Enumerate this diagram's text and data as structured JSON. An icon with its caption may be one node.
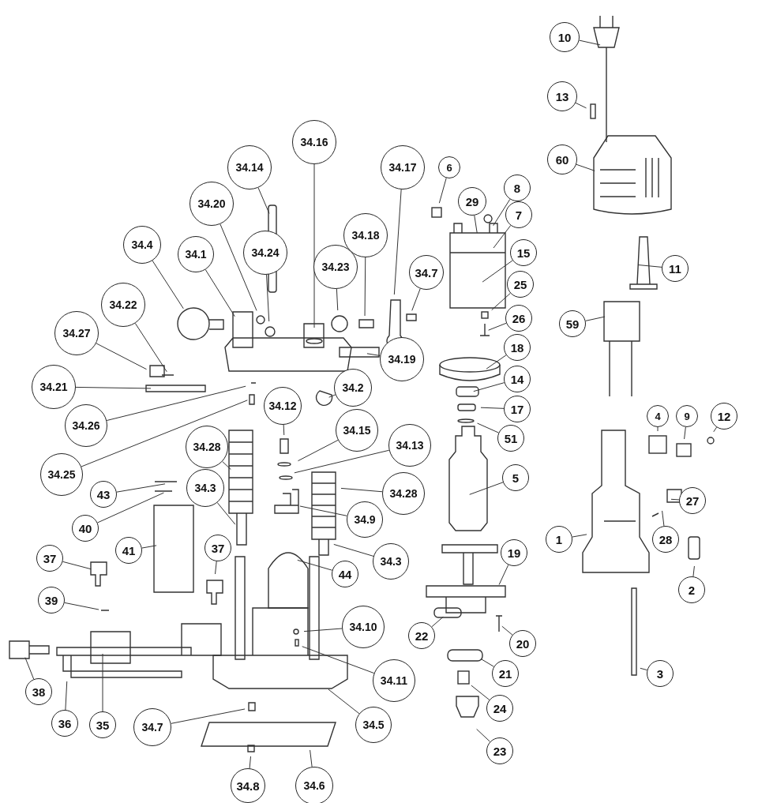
{
  "diagram": {
    "nodes": [
      {
        "text": [
          "10"
        ]
      },
      {
        "text": [
          "13"
        ]
      },
      {
        "text": [
          "60"
        ]
      },
      {
        "text": [
          "34.16"
        ]
      },
      {
        "text": [
          "34.14"
        ]
      },
      {
        "text": [
          "34.17"
        ]
      },
      {
        "text": [
          "6"
        ]
      },
      {
        "text": [
          "8"
        ]
      },
      {
        "text": [
          "29"
        ]
      },
      {
        "text": [
          "34.20"
        ]
      },
      {
        "text": [
          "7"
        ]
      },
      {
        "text": [
          "34.18"
        ]
      },
      {
        "text": [
          "34.4"
        ]
      },
      {
        "text": [
          "34.1"
        ]
      },
      {
        "text": [
          "34.24"
        ]
      },
      {
        "text": [
          "15"
        ]
      },
      {
        "text": [
          "11"
        ]
      },
      {
        "text": [
          "34.23"
        ]
      },
      {
        "text": [
          "34.7"
        ]
      },
      {
        "text": [
          "25"
        ]
      },
      {
        "text": [
          "34.22"
        ]
      },
      {
        "text": [
          "26"
        ]
      },
      {
        "text": [
          "59"
        ]
      },
      {
        "text": [
          "34.27"
        ]
      },
      {
        "text": [
          "18"
        ]
      },
      {
        "text": [
          "34.19"
        ]
      },
      {
        "text": [
          "14"
        ]
      },
      {
        "text": [
          "34.21"
        ]
      },
      {
        "text": [
          "34.2"
        ]
      },
      {
        "text": [
          "34.12"
        ]
      },
      {
        "text": [
          "17"
        ]
      },
      {
        "text": [
          "4"
        ]
      },
      {
        "text": [
          "9"
        ]
      },
      {
        "text": [
          "12"
        ]
      },
      {
        "text": [
          "34.26"
        ]
      },
      {
        "text": [
          "51"
        ]
      },
      {
        "text": [
          "34.28"
        ]
      },
      {
        "text": [
          "34.13"
        ]
      },
      {
        "text": [
          "34.15"
        ]
      },
      {
        "text": [
          "34.25"
        ]
      },
      {
        "text": [
          "5"
        ]
      },
      {
        "text": [
          "34.28"
        ]
      },
      {
        "text": [
          "43"
        ]
      },
      {
        "text": [
          "34.3"
        ]
      },
      {
        "text": [
          "27"
        ]
      },
      {
        "text": [
          "34.9"
        ]
      },
      {
        "text": [
          "40"
        ]
      },
      {
        "text": [
          "1"
        ]
      },
      {
        "text": [
          "28"
        ]
      },
      {
        "text": [
          "41"
        ]
      },
      {
        "text": [
          "37"
        ]
      },
      {
        "text": [
          "34.3"
        ]
      },
      {
        "text": [
          "19"
        ]
      },
      {
        "text": [
          "37"
        ]
      },
      {
        "text": [
          "44"
        ]
      },
      {
        "text": [
          "2"
        ]
      },
      {
        "text": [
          "39"
        ]
      },
      {
        "text": [
          "22"
        ]
      },
      {
        "text": [
          "34.10"
        ]
      },
      {
        "text": [
          "20"
        ]
      },
      {
        "text": [
          "34.11"
        ]
      },
      {
        "text": [
          "3"
        ]
      },
      {
        "text": [
          "21"
        ]
      },
      {
        "text": [
          "38"
        ]
      },
      {
        "text": [
          "34.5"
        ]
      },
      {
        "text": [
          "24"
        ]
      },
      {
        "text": [
          "36"
        ]
      },
      {
        "text": [
          "35"
        ]
      },
      {
        "text": [
          "34.7"
        ]
      },
      {
        "text": [
          "23"
        ]
      },
      {
        "text": [
          "34.8"
        ]
      },
      {
        "text": [
          "34.6"
        ]
      }
    ],
    "edges": [
      {
        "from": 0,
        "to": null,
        "arrow": "none"
      },
      {
        "from": 1,
        "to": null,
        "arrow": "none"
      },
      {
        "from": 2,
        "to": null,
        "arrow": "none"
      },
      {
        "from": 3,
        "to": null,
        "arrow": "none"
      },
      {
        "from": 4,
        "to": null,
        "arrow": "none"
      },
      {
        "from": 5,
        "to": null,
        "arrow": "none"
      },
      {
        "from": 6,
        "to": null,
        "arrow": "none"
      },
      {
        "from": 7,
        "to": null,
        "arrow": "none"
      },
      {
        "from": 8,
        "to": null,
        "arrow": "none"
      },
      {
        "from": 9,
        "to": null,
        "arrow": "none"
      },
      {
        "from": 10,
        "to": null,
        "arrow": "none"
      },
      {
        "from": 11,
        "to": null,
        "arrow": "none"
      },
      {
        "from": 12,
        "to": null,
        "arrow": "none"
      },
      {
        "from": 13,
        "to": null,
        "arrow": "none"
      },
      {
        "from": 14,
        "to": null,
        "arrow": "none"
      },
      {
        "from": 15,
        "to": null,
        "arrow": "none"
      },
      {
        "from": 16,
        "to": null,
        "arrow": "none"
      },
      {
        "from": 17,
        "to": null,
        "arrow": "none"
      },
      {
        "from": 18,
        "to": null,
        "arrow": "none"
      },
      {
        "from": 19,
        "to": null,
        "arrow": "none"
      },
      {
        "from": 20,
        "to": null,
        "arrow": "none"
      },
      {
        "from": 21,
        "to": null,
        "arrow": "none"
      },
      {
        "from": 22,
        "to": null,
        "arrow": "none"
      },
      {
        "from": 23,
        "to": null,
        "arrow": "none"
      },
      {
        "from": 24,
        "to": null,
        "arrow": "none"
      },
      {
        "from": 25,
        "to": null,
        "arrow": "none"
      },
      {
        "from": 26,
        "to": null,
        "arrow": "none"
      },
      {
        "from": 27,
        "to": null,
        "arrow": "none"
      },
      {
        "from": 28,
        "to": null,
        "arrow": "none"
      },
      {
        "from": 29,
        "to": null,
        "arrow": "none"
      },
      {
        "from": 30,
        "to": null,
        "arrow": "none"
      },
      {
        "from": 31,
        "to": null,
        "arrow": "none"
      },
      {
        "from": 32,
        "to": null,
        "arrow": "none"
      },
      {
        "from": 33,
        "to": null,
        "arrow": "none"
      },
      {
        "from": 34,
        "to": null,
        "arrow": "none"
      },
      {
        "from": 35,
        "to": null,
        "arrow": "none"
      },
      {
        "from": 36,
        "to": null,
        "arrow": "none"
      },
      {
        "from": 37,
        "to": null,
        "arrow": "none"
      },
      {
        "from": 38,
        "to": null,
        "arrow": "none"
      },
      {
        "from": 39,
        "to": null,
        "arrow": "none"
      },
      {
        "from": 40,
        "to": null,
        "arrow": "none"
      },
      {
        "from": 41,
        "to": null,
        "arrow": "none"
      },
      {
        "from": 42,
        "to": null,
        "arrow": "none"
      },
      {
        "from": 43,
        "to": null,
        "arrow": "none"
      },
      {
        "from": 44,
        "to": null,
        "arrow": "none"
      },
      {
        "from": 45,
        "to": null,
        "arrow": "none"
      },
      {
        "from": 46,
        "to": null,
        "arrow": "none"
      },
      {
        "from": 47,
        "to": null,
        "arrow": "none"
      },
      {
        "from": 48,
        "to": null,
        "arrow": "none"
      },
      {
        "from": 49,
        "to": null,
        "arrow": "none"
      },
      {
        "from": 50,
        "to": null,
        "arrow": "none"
      },
      {
        "from": 51,
        "to": null,
        "arrow": "none"
      },
      {
        "from": 52,
        "to": null,
        "arrow": "none"
      },
      {
        "from": 53,
        "to": null,
        "arrow": "none"
      },
      {
        "from": 54,
        "to": null,
        "arrow": "none"
      },
      {
        "from": 55,
        "to": null,
        "arrow": "none"
      },
      {
        "from": 56,
        "to": null,
        "arrow": "none"
      },
      {
        "from": 57,
        "to": null,
        "arrow": "none"
      },
      {
        "from": 58,
        "to": null,
        "arrow": "none"
      },
      {
        "from": 59,
        "to": null,
        "arrow": "none"
      },
      {
        "from": 60,
        "to": null,
        "arrow": "none"
      },
      {
        "from": 61,
        "to": null,
        "arrow": "none"
      },
      {
        "from": 62,
        "to": null,
        "arrow": "none"
      },
      {
        "from": 63,
        "to": null,
        "arrow": "none"
      },
      {
        "from": 64,
        "to": null,
        "arrow": "none"
      },
      {
        "from": 65,
        "to": null,
        "arrow": "none"
      },
      {
        "from": 66,
        "to": null,
        "arrow": "none"
      },
      {
        "from": 67,
        "to": null,
        "arrow": "none"
      },
      {
        "from": 68,
        "to": null,
        "arrow": "none"
      },
      {
        "from": 69,
        "to": null,
        "arrow": "none"
      },
      {
        "from": 70,
        "to": null,
        "arrow": "none"
      },
      {
        "from": 71,
        "to": null,
        "arrow": "none"
      }
    ]
  }
}
